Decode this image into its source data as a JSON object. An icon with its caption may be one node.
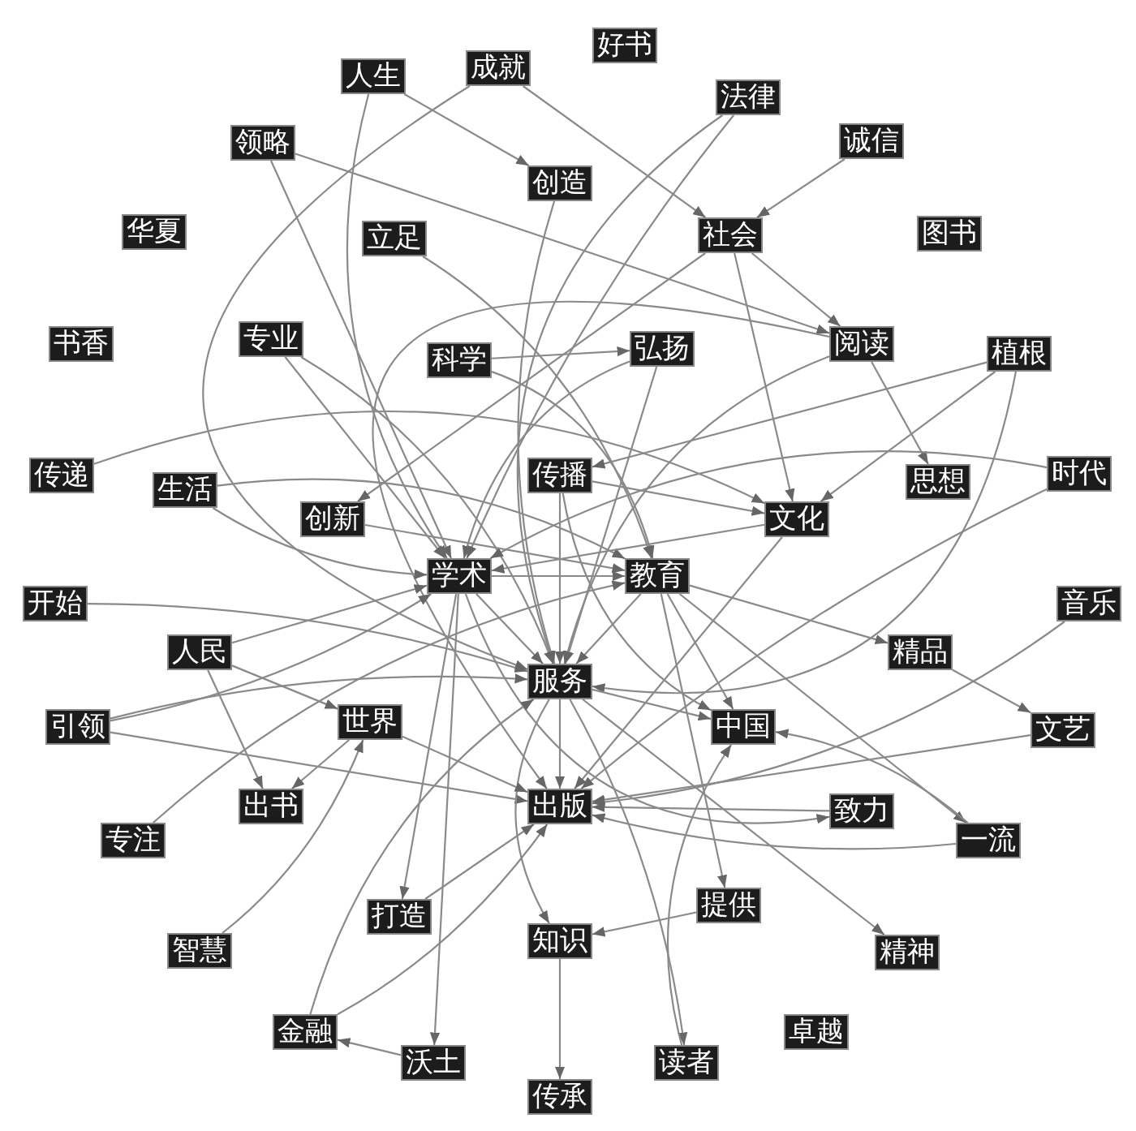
{
  "diagram": {
    "nodes": [
      {
        "text": [
          "好书"
        ]
      },
      {
        "text": [
          "人生"
        ]
      },
      {
        "text": [
          "成就"
        ]
      },
      {
        "text": [
          "法律"
        ]
      },
      {
        "text": [
          "领略"
        ]
      },
      {
        "text": [
          "诚信"
        ]
      },
      {
        "text": [
          "创造"
        ]
      },
      {
        "text": [
          "华夏"
        ]
      },
      {
        "text": [
          "立足"
        ]
      },
      {
        "text": [
          "社会"
        ]
      },
      {
        "text": [
          "图书"
        ]
      },
      {
        "text": [
          "书香"
        ]
      },
      {
        "text": [
          "专业"
        ]
      },
      {
        "text": [
          "科学"
        ]
      },
      {
        "text": [
          "弘扬"
        ]
      },
      {
        "text": [
          "阅读"
        ]
      },
      {
        "text": [
          "植根"
        ]
      },
      {
        "text": [
          "传递"
        ]
      },
      {
        "text": [
          "生活"
        ]
      },
      {
        "text": [
          "传播"
        ]
      },
      {
        "text": [
          "思想"
        ]
      },
      {
        "text": [
          "时代"
        ]
      },
      {
        "text": [
          "创新"
        ]
      },
      {
        "text": [
          "文化"
        ]
      },
      {
        "text": [
          "学术"
        ]
      },
      {
        "text": [
          "教育"
        ]
      },
      {
        "text": [
          "开始"
        ]
      },
      {
        "text": [
          "音乐"
        ]
      },
      {
        "text": [
          "人民"
        ]
      },
      {
        "text": [
          "精品"
        ]
      },
      {
        "text": [
          "服务"
        ]
      },
      {
        "text": [
          "世界"
        ]
      },
      {
        "text": [
          "引领"
        ]
      },
      {
        "text": [
          "中国"
        ]
      },
      {
        "text": [
          "文艺"
        ]
      },
      {
        "text": [
          "出书"
        ]
      },
      {
        "text": [
          "出版"
        ]
      },
      {
        "text": [
          "致力"
        ]
      },
      {
        "text": [
          "一流"
        ]
      },
      {
        "text": [
          "专注"
        ]
      },
      {
        "text": [
          "打造"
        ]
      },
      {
        "text": [
          "提供"
        ]
      },
      {
        "text": [
          "知识"
        ]
      },
      {
        "text": [
          "智慧"
        ]
      },
      {
        "text": [
          "精神"
        ]
      },
      {
        "text": [
          "卓越"
        ]
      },
      {
        "text": [
          "金融"
        ]
      },
      {
        "text": [
          "沃土"
        ]
      },
      {
        "text": [
          "读者"
        ]
      },
      {
        "text": [
          "传承"
        ]
      }
    ],
    "edges": [
      {
        "from": 1,
        "to": 6,
        "arrow": "to"
      },
      {
        "from": 1,
        "to": 24,
        "arrow": "to"
      },
      {
        "from": 2,
        "to": 9,
        "arrow": "to"
      },
      {
        "from": 2,
        "to": 30,
        "arrow": "to"
      },
      {
        "from": 4,
        "to": 15,
        "arrow": "to"
      },
      {
        "from": 4,
        "to": 24,
        "arrow": "to"
      },
      {
        "from": 3,
        "to": 24,
        "arrow": "to"
      },
      {
        "from": 3,
        "to": 30,
        "arrow": "to"
      },
      {
        "from": 5,
        "to": 9,
        "arrow": "to"
      },
      {
        "from": 9,
        "to": 15,
        "arrow": "to"
      },
      {
        "from": 9,
        "to": 23,
        "arrow": "to"
      },
      {
        "from": 9,
        "to": 22,
        "arrow": "to"
      },
      {
        "from": 6,
        "to": 30,
        "arrow": "to"
      },
      {
        "from": 8,
        "to": 25,
        "arrow": "to"
      },
      {
        "from": 13,
        "to": 14,
        "arrow": "to"
      },
      {
        "from": 13,
        "to": 25,
        "arrow": "to"
      },
      {
        "from": 12,
        "to": 24,
        "arrow": "to"
      },
      {
        "from": 12,
        "to": 30,
        "arrow": "to"
      },
      {
        "from": 14,
        "to": 30,
        "arrow": "to"
      },
      {
        "from": 14,
        "to": 24,
        "arrow": "to"
      },
      {
        "from": 15,
        "to": 20,
        "arrow": "to"
      },
      {
        "from": 15,
        "to": 30,
        "arrow": "to"
      },
      {
        "from": 15,
        "to": 36,
        "arrow": "to"
      },
      {
        "from": 16,
        "to": 23,
        "arrow": "to"
      },
      {
        "from": 16,
        "to": 19,
        "arrow": "to"
      },
      {
        "from": 16,
        "to": 30,
        "arrow": "to"
      },
      {
        "from": 17,
        "to": 23,
        "arrow": "to"
      },
      {
        "from": 18,
        "to": 24,
        "arrow": "to"
      },
      {
        "from": 18,
        "to": 25,
        "arrow": "to"
      },
      {
        "from": 21,
        "to": 24,
        "arrow": "to"
      },
      {
        "from": 21,
        "to": 36,
        "arrow": "to"
      },
      {
        "from": 22,
        "to": 25,
        "arrow": "to"
      },
      {
        "from": 19,
        "to": 23,
        "arrow": "to"
      },
      {
        "from": 19,
        "to": 30,
        "arrow": "to"
      },
      {
        "from": 19,
        "to": 33,
        "arrow": "to"
      },
      {
        "from": 23,
        "to": 24,
        "arrow": "to"
      },
      {
        "from": 23,
        "to": 36,
        "arrow": "to"
      },
      {
        "from": 24,
        "to": 25,
        "arrow": "to"
      },
      {
        "from": 24,
        "to": 30,
        "arrow": "to"
      },
      {
        "from": 24,
        "to": 37,
        "arrow": "to"
      },
      {
        "from": 24,
        "to": 40,
        "arrow": "to"
      },
      {
        "from": 24,
        "to": 47,
        "arrow": "to"
      },
      {
        "from": 25,
        "to": 29,
        "arrow": "to"
      },
      {
        "from": 25,
        "to": 33,
        "arrow": "to"
      },
      {
        "from": 25,
        "to": 38,
        "arrow": "to"
      },
      {
        "from": 25,
        "to": 30,
        "arrow": "to"
      },
      {
        "from": 26,
        "to": 30,
        "arrow": "to"
      },
      {
        "from": 27,
        "to": 36,
        "arrow": "to"
      },
      {
        "from": 28,
        "to": 31,
        "arrow": "to"
      },
      {
        "from": 28,
        "to": 35,
        "arrow": "to"
      },
      {
        "from": 28,
        "to": 24,
        "arrow": "to"
      },
      {
        "from": 32,
        "to": 24,
        "arrow": "to"
      },
      {
        "from": 32,
        "to": 36,
        "arrow": "to"
      },
      {
        "from": 32,
        "to": 30,
        "arrow": "to"
      },
      {
        "from": 30,
        "to": 33,
        "arrow": "to"
      },
      {
        "from": 30,
        "to": 44,
        "arrow": "to"
      },
      {
        "from": 30,
        "to": 48,
        "arrow": "to"
      },
      {
        "from": 30,
        "to": 36,
        "arrow": "to"
      },
      {
        "from": 30,
        "to": 42,
        "arrow": "to"
      },
      {
        "from": 31,
        "to": 35,
        "arrow": "to"
      },
      {
        "from": 31,
        "to": 36,
        "arrow": "to"
      },
      {
        "from": 34,
        "to": 36,
        "arrow": "to"
      },
      {
        "from": 29,
        "to": 34,
        "arrow": "to"
      },
      {
        "from": 37,
        "to": 36,
        "arrow": "to"
      },
      {
        "from": 38,
        "to": 36,
        "arrow": "to"
      },
      {
        "from": 38,
        "to": 33,
        "arrow": "to"
      },
      {
        "from": 39,
        "to": 25,
        "arrow": "to"
      },
      {
        "from": 43,
        "to": 31,
        "arrow": "to"
      },
      {
        "from": 40,
        "to": 36,
        "arrow": "to"
      },
      {
        "from": 41,
        "to": 42,
        "arrow": "to"
      },
      {
        "from": 25,
        "to": 41,
        "arrow": "to"
      },
      {
        "from": 42,
        "to": 49,
        "arrow": "to"
      },
      {
        "from": 46,
        "to": 36,
        "arrow": "to"
      },
      {
        "from": 46,
        "to": 30,
        "arrow": "to"
      },
      {
        "from": 47,
        "to": 46,
        "arrow": "to"
      },
      {
        "from": 48,
        "to": 33,
        "arrow": "to"
      }
    ]
  }
}
